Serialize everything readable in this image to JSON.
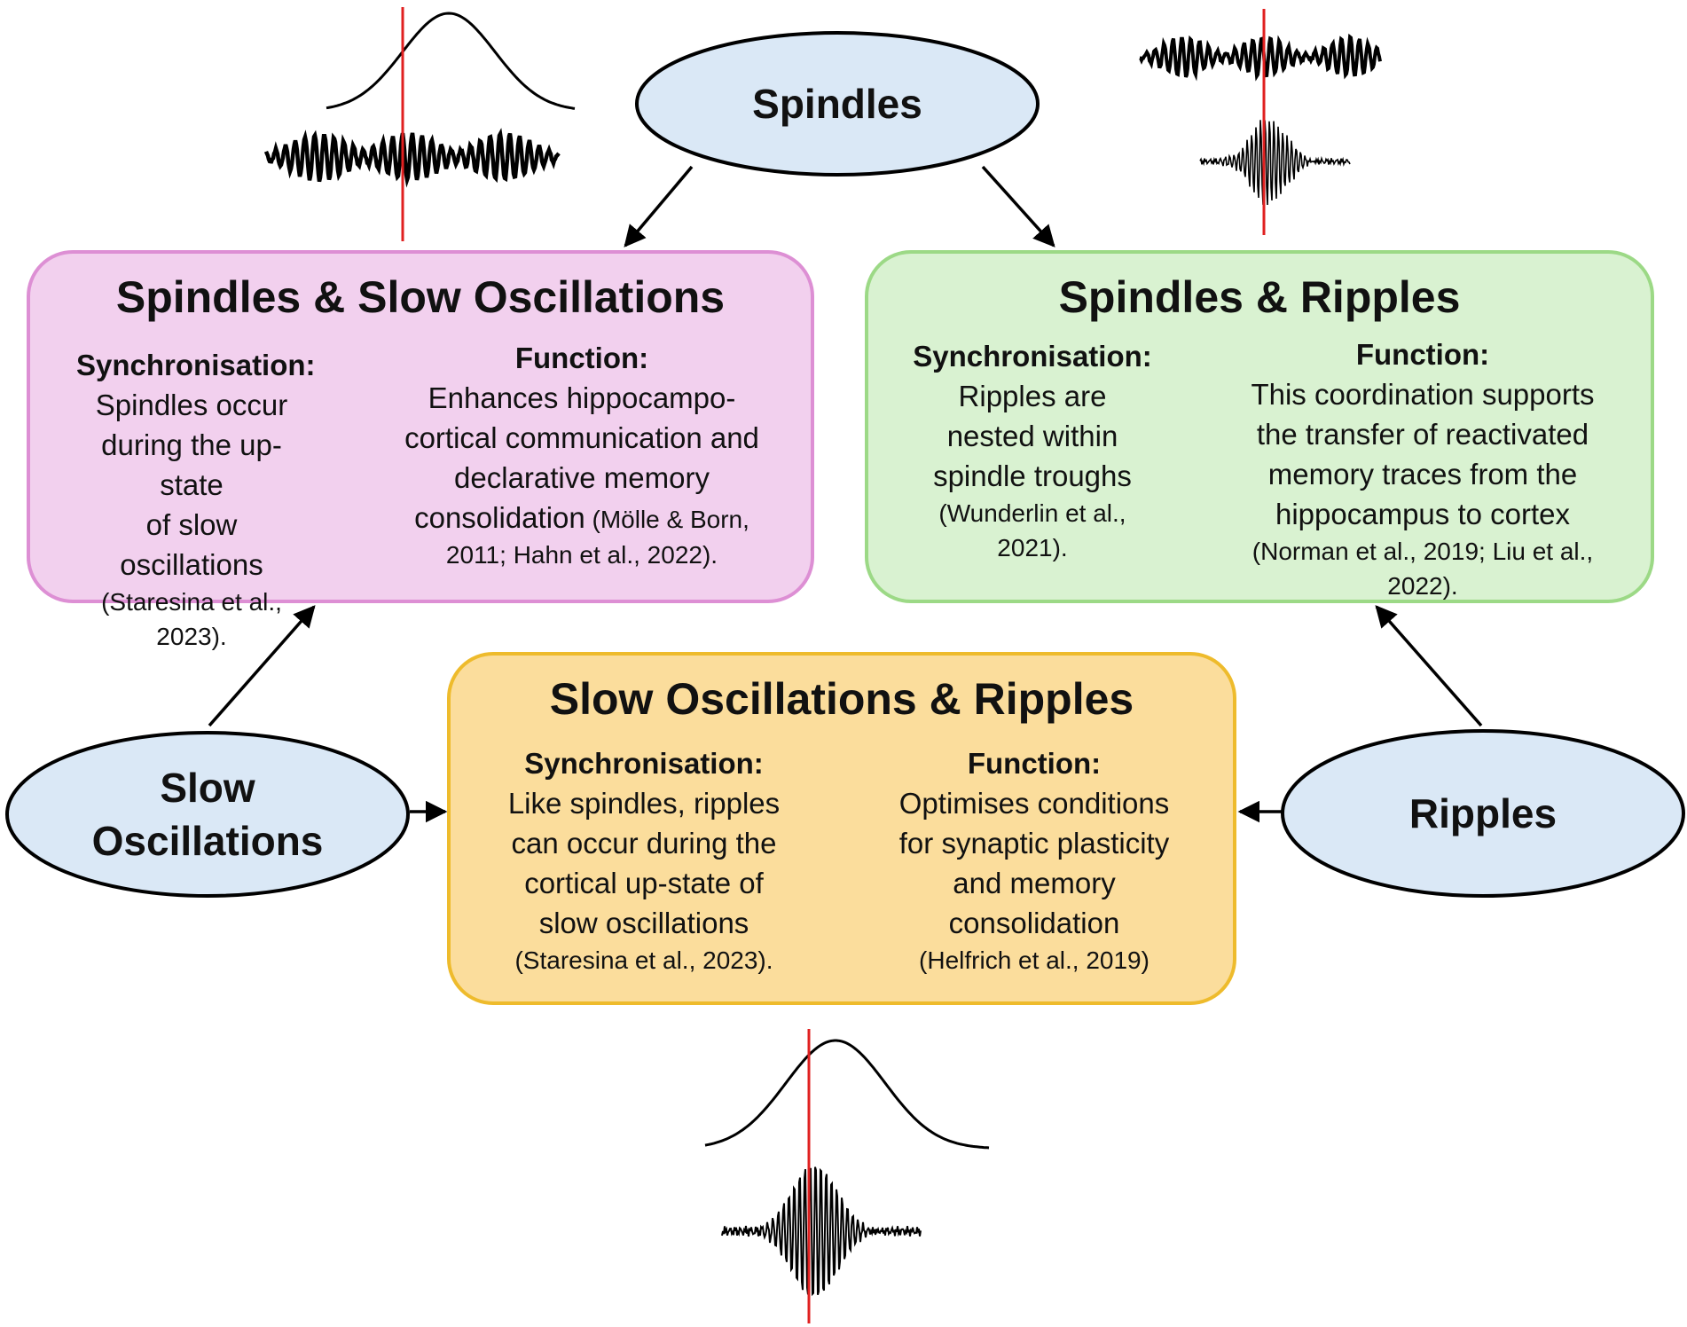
{
  "colors": {
    "ellipse_fill": "#dae8f6",
    "pink_fill": "#f2d0ee",
    "pink_border": "#dd8fd4",
    "green_fill": "#d9f2d1",
    "green_border": "#9cd986",
    "orange_fill": "#fbdd9c",
    "orange_border": "#eebb2c",
    "marker": "#e02020",
    "ink": "#000000"
  },
  "nodes": {
    "spindles": "Spindles",
    "slow_oscillations": "Slow\nOscillations",
    "ripples": "Ripples"
  },
  "boxes": {
    "so_spindles": {
      "title": "Spindles & Slow Oscillations",
      "sync_heading": "Synchronisation:",
      "sync_text": "Spindles occur\nduring the up-state\nof slow oscillations",
      "sync_cite": "(Staresina et al.,\n2023).",
      "func_heading": "Function:",
      "func_text": "Enhances hippocampo-\ncortical communication and\ndeclarative memory",
      "func_last_line": "consolidation",
      "func_cite_inline": " (Mölle & Born,",
      "func_cite": "2011; Hahn et al., 2022)."
    },
    "spindles_ripples": {
      "title": "Spindles & Ripples",
      "sync_heading": "Synchronisation:",
      "sync_text": "Ripples are\nnested within\nspindle troughs",
      "sync_cite": "(Wunderlin et al.,\n2021).",
      "func_heading": "Function:",
      "func_text": "This coordination supports\nthe transfer of reactivated\nmemory traces from the\nhippocampus to cortex",
      "func_cite": "(Norman et al., 2019; Liu et al.,\n2022)."
    },
    "so_ripples": {
      "title": "Slow Oscillations & Ripples",
      "sync_heading": "Synchronisation:",
      "sync_text": "Like spindles, ripples\ncan occur during the\ncortical up-state of\nslow oscillations",
      "sync_cite": "(Staresina et al., 2023).",
      "func_heading": "Function:",
      "func_text": "Optimises conditions\nfor synaptic plasticity\nand memory\nconsolidation",
      "func_cite": "(Helfrich et al., 2019)"
    }
  }
}
